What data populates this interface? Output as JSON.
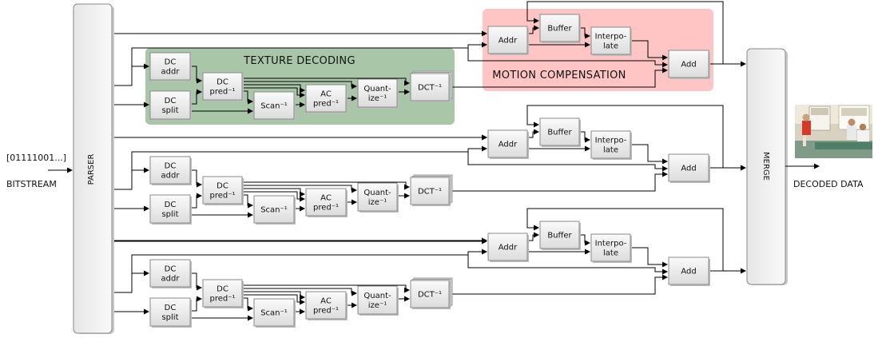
{
  "input": {
    "bits": "[01111001...]",
    "label": "BITSTREAM"
  },
  "parser": {
    "label": "PARSER"
  },
  "merge": {
    "label": "MERGE"
  },
  "output": {
    "label": "DECODED DATA",
    "thumbnail": "decoded-video-frame"
  },
  "regions": {
    "texture": "TEXTURE DECODING",
    "motion": "MOTION COMPENSATION"
  },
  "blocks": {
    "dc_addr": [
      "DC",
      "addr"
    ],
    "dc_split": [
      "DC",
      "split"
    ],
    "dc_pred": [
      "DC",
      "pred⁻¹"
    ],
    "scan": [
      "Scan⁻¹"
    ],
    "ac_pred": [
      "AC",
      "pred⁻¹"
    ],
    "quantize": [
      "Quant-",
      "ize⁻¹"
    ],
    "dct": [
      "DCT⁻¹"
    ],
    "addr": [
      "Addr"
    ],
    "buffer": [
      "Buffer"
    ],
    "interpolate": [
      "Interpo-",
      "late"
    ],
    "add": [
      "Add"
    ]
  },
  "colors": {
    "texture_region": "#a9c6a9",
    "motion_region": "#ffc4c4",
    "block_fill": "#efefef",
    "block_stroke": "#888888",
    "line": "#000000"
  }
}
